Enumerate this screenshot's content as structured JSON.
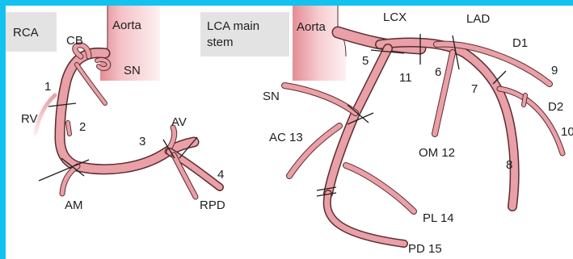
{
  "panels": {
    "left_tag": "RCA",
    "right_tag_line1": "LCA main",
    "right_tag_line2": "stem"
  },
  "labels": {
    "aorta_left": "Aorta",
    "aorta_right": "Aorta",
    "cb": "CB",
    "sn_left": "SN",
    "sn_right": "SN",
    "seg1": "1",
    "seg2": "2",
    "seg3": "3",
    "seg4": "4",
    "seg5": "5",
    "seg6": "6",
    "seg7": "7",
    "seg8": "8",
    "seg9": "9",
    "seg10": "10",
    "seg11": "11",
    "rv": "RV",
    "am": "AM",
    "av": "AV",
    "rpd": "RPD",
    "lcx": "LCX",
    "lad": "LAD",
    "d1": "D1",
    "d2": "D2",
    "ac13": "AC 13",
    "om12": "OM 12",
    "pl14": "PL 14",
    "pd15": "PD 15"
  },
  "colors": {
    "border": "#14c2ef",
    "tag_bg": "#e3e3e3",
    "vessel_fill": "#e9a0a6",
    "vessel_edge": "#5b2c30",
    "aorta_light": "#fbe6e8",
    "aorta_dark": "#e48c95"
  }
}
